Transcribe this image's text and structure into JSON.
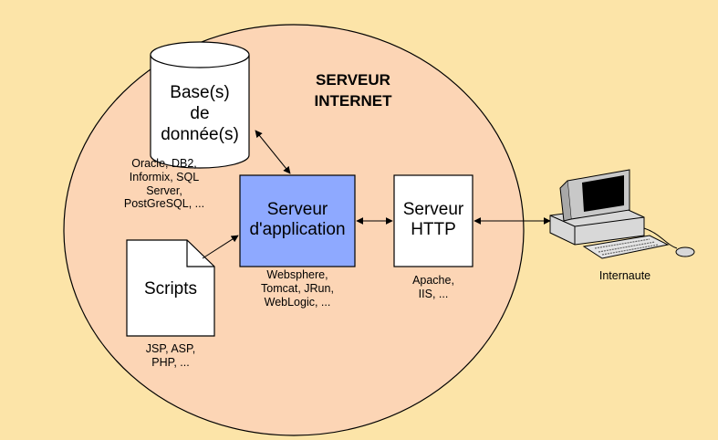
{
  "title": {
    "line1": "SERVEUR",
    "line2": "INTERNET"
  },
  "database": {
    "label": [
      "Base(s)",
      "de",
      "donnée(s)"
    ],
    "caption": [
      "Oracle, DB2,",
      "Informix, SQL",
      "Server,",
      "PostGreSQL, ..."
    ]
  },
  "app_server": {
    "label": [
      "Serveur",
      "d'application"
    ],
    "caption": [
      "Websphere,",
      "Tomcat, JRun,",
      "WebLogic, ..."
    ]
  },
  "http_server": {
    "label": [
      "Serveur",
      "HTTP"
    ],
    "caption": [
      "Apache,",
      "IIS, ..."
    ]
  },
  "scripts": {
    "label": "Scripts",
    "caption": [
      "JSP, ASP,",
      "PHP, ..."
    ]
  },
  "client": {
    "label": "Internaute"
  },
  "colors": {
    "background": "#FCE4A8",
    "server_circle": "#FCD5B5",
    "app_server_box": "#8EA9FF"
  }
}
